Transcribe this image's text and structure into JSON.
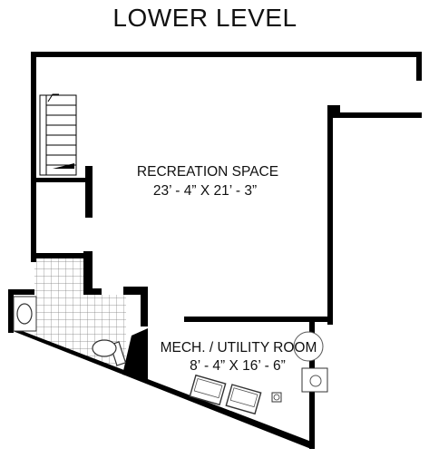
{
  "plan": {
    "title": "LOWER LEVEL",
    "rooms": [
      {
        "name": "RECREATION SPACE",
        "dimensions": "23’ - 4” X 21’ - 3”"
      },
      {
        "name": "MECH. / UTILITY ROOM",
        "dimensions": "8’ - 4” X 16’ - 6”"
      }
    ],
    "colors": {
      "wall": "#000000",
      "background": "#ffffff",
      "fixture": "#333333"
    }
  }
}
